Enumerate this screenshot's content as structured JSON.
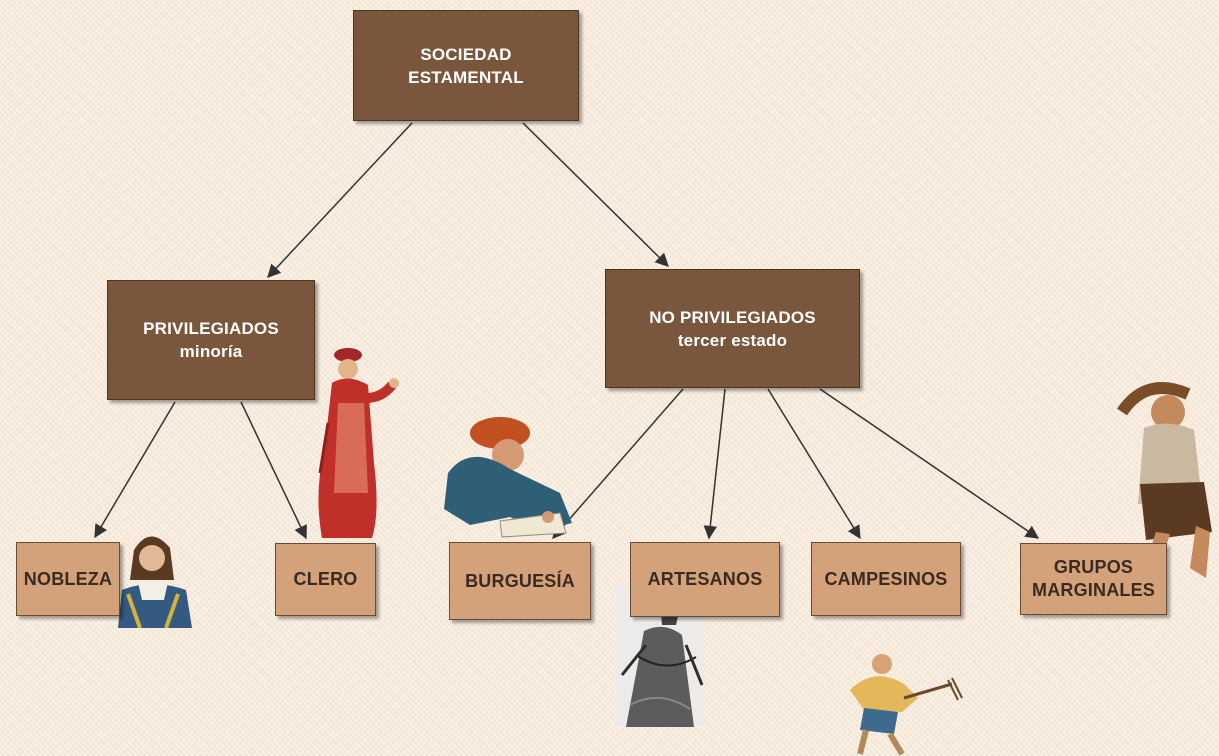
{
  "root": {
    "line1": "SOCIEDAD",
    "line2": "ESTAMENTAL"
  },
  "privilegiados": {
    "line1": "PRIVILEGIADOS",
    "line2": "minoría"
  },
  "no_privilegiados": {
    "line1": "NO PRIVILEGIADOS",
    "line2": "tercer estado"
  },
  "leaves": {
    "nobleza": "NOBLEZA",
    "clero": "CLERO",
    "burguesia": "BURGUESÍA",
    "artesanos": "ARTESANOS",
    "campesinos": "CAMPESINOS",
    "grupos_line1": "GRUPOS",
    "grupos_line2": "MARGINALES"
  },
  "colors": {
    "dark_box": "#7a573c",
    "light_box": "#d4a27a",
    "arrow": "#333333",
    "background": "#f7eadb"
  }
}
